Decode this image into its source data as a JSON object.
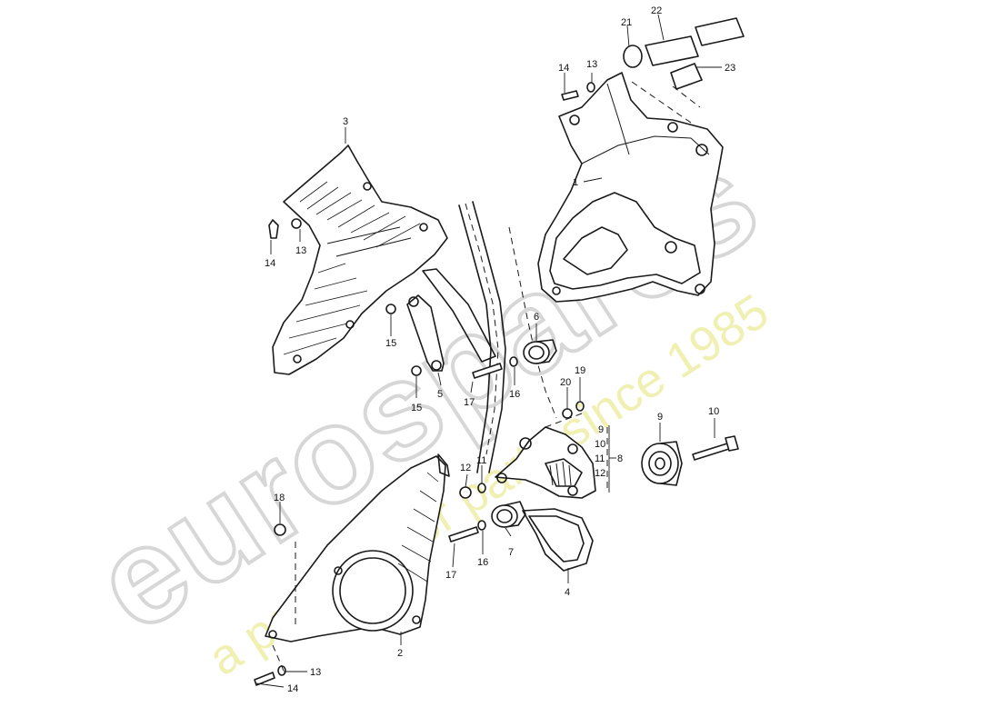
{
  "watermark": {
    "brand": "eurospares",
    "tagline": "a passion for parts since 1985"
  },
  "callouts": [
    {
      "id": "c1",
      "label": "1"
    },
    {
      "id": "c2",
      "label": "2"
    },
    {
      "id": "c3",
      "label": "3"
    },
    {
      "id": "c4",
      "label": "4"
    },
    {
      "id": "c5",
      "label": "5"
    },
    {
      "id": "c6",
      "label": "6"
    },
    {
      "id": "c7",
      "label": "7"
    },
    {
      "id": "c8",
      "label": "8"
    },
    {
      "id": "c9a",
      "label": "9"
    },
    {
      "id": "c9b",
      "label": "9"
    },
    {
      "id": "c10a",
      "label": "10"
    },
    {
      "id": "c10b",
      "label": "10"
    },
    {
      "id": "c11a",
      "label": "11"
    },
    {
      "id": "c11b",
      "label": "11"
    },
    {
      "id": "c12a",
      "label": "12"
    },
    {
      "id": "c12b",
      "label": "12"
    },
    {
      "id": "c13a",
      "label": "13"
    },
    {
      "id": "c13b",
      "label": "13"
    },
    {
      "id": "c13c",
      "label": "13"
    },
    {
      "id": "c14a",
      "label": "14"
    },
    {
      "id": "c14b",
      "label": "14"
    },
    {
      "id": "c14c",
      "label": "14"
    },
    {
      "id": "c15a",
      "label": "15"
    },
    {
      "id": "c15b",
      "label": "15"
    },
    {
      "id": "c16a",
      "label": "16"
    },
    {
      "id": "c16b",
      "label": "16"
    },
    {
      "id": "c17a",
      "label": "17"
    },
    {
      "id": "c17b",
      "label": "17"
    },
    {
      "id": "c18",
      "label": "18"
    },
    {
      "id": "c19",
      "label": "19"
    },
    {
      "id": "c20",
      "label": "20"
    },
    {
      "id": "c21",
      "label": "21"
    },
    {
      "id": "c22",
      "label": "22"
    },
    {
      "id": "c23",
      "label": "23"
    }
  ]
}
